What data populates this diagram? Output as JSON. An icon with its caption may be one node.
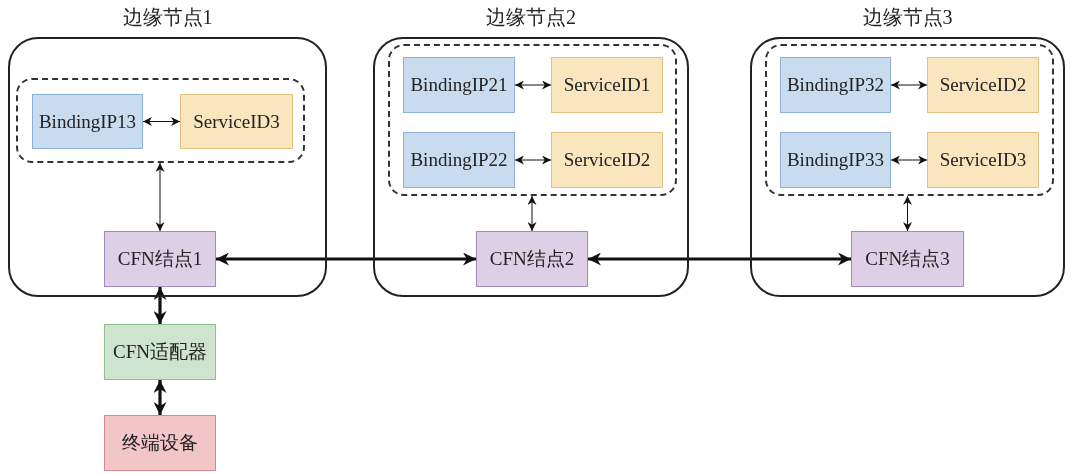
{
  "diagram": {
    "nodes": [
      {
        "text": [
          "边缘节点1"
        ]
      },
      {
        "text": [],
        "shape": "box",
        "in": 0
      },
      {
        "text": [
          "BindingIP13"
        ],
        "in": 1
      },
      {
        "text": [
          "ServiceID3"
        ],
        "in": 1
      },
      {
        "text": [
          "CFN结点1"
        ],
        "in": 0
      },
      {
        "text": [
          "边缘节点2"
        ]
      },
      {
        "text": [],
        "shape": "box",
        "in": 5
      },
      {
        "text": [
          "BindingIP21"
        ],
        "in": 6
      },
      {
        "text": [
          "ServiceID1"
        ],
        "in": 6
      },
      {
        "text": [
          "BindingIP22"
        ],
        "in": 6
      },
      {
        "text": [
          "ServiceID2"
        ],
        "in": 6
      },
      {
        "text": [
          "CFN结点2"
        ],
        "in": 5
      },
      {
        "text": [
          "边缘节点3"
        ]
      },
      {
        "text": [],
        "shape": "box",
        "in": 12
      },
      {
        "text": [
          "BindingIP32"
        ],
        "in": 13
      },
      {
        "text": [
          "ServiceID2"
        ],
        "in": 13
      },
      {
        "text": [
          "BindingIP33"
        ],
        "in": 13
      },
      {
        "text": [
          "ServiceID3"
        ],
        "in": 13
      },
      {
        "text": [
          "CFN结点3"
        ],
        "in": 12
      },
      {
        "text": [
          "CFN适配器"
        ]
      },
      {
        "text": [
          "终端设备"
        ]
      }
    ],
    "edges": [
      {
        "from": 2,
        "to": 3,
        "arrow": "both"
      },
      {
        "from": 1,
        "to": 4,
        "arrow": "both"
      },
      {
        "from": 7,
        "to": 8,
        "arrow": "both"
      },
      {
        "from": 9,
        "to": 10,
        "arrow": "both"
      },
      {
        "from": 6,
        "to": 11,
        "arrow": "both"
      },
      {
        "from": 14,
        "to": 15,
        "arrow": "both"
      },
      {
        "from": 16,
        "to": 17,
        "arrow": "both"
      },
      {
        "from": 13,
        "to": 18,
        "arrow": "both"
      },
      {
        "from": 4,
        "to": 11,
        "arrow": "both",
        "style": "thick"
      },
      {
        "from": 11,
        "to": 18,
        "arrow": "both",
        "style": "thick"
      },
      {
        "from": 4,
        "to": 19,
        "arrow": "both",
        "style": "thick"
      },
      {
        "from": 19,
        "to": 20,
        "arrow": "both",
        "style": "thick"
      }
    ]
  }
}
